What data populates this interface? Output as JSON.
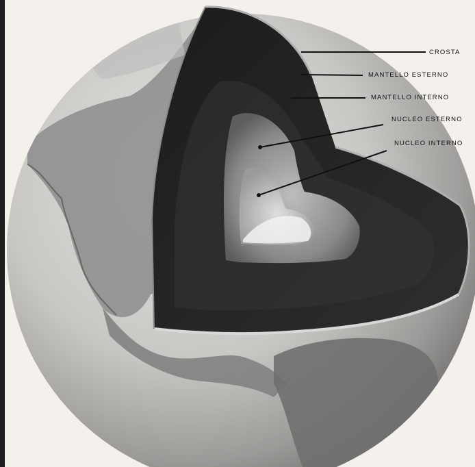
{
  "labels": [
    {
      "id": "crust",
      "text": "CROSTA"
    },
    {
      "id": "outer-mantle",
      "text": "MANTELLO ESTERNO"
    },
    {
      "id": "inner-mantle",
      "text": "MANTELLO INTERNO"
    },
    {
      "id": "outer-core",
      "text": "NUCLEO ESTERNO"
    },
    {
      "id": "inner-core",
      "text": "NUCLEO INTERNO"
    }
  ],
  "colors": {
    "background": "#f4f1ec",
    "globe_land": "#8a8a8a",
    "globe_ocean": "#d8d6d2",
    "mantle": "#262626",
    "outer_core": "#7d7d7d",
    "inner_core": "#a9a9a9",
    "crust_rim": "#cfcfcf"
  }
}
